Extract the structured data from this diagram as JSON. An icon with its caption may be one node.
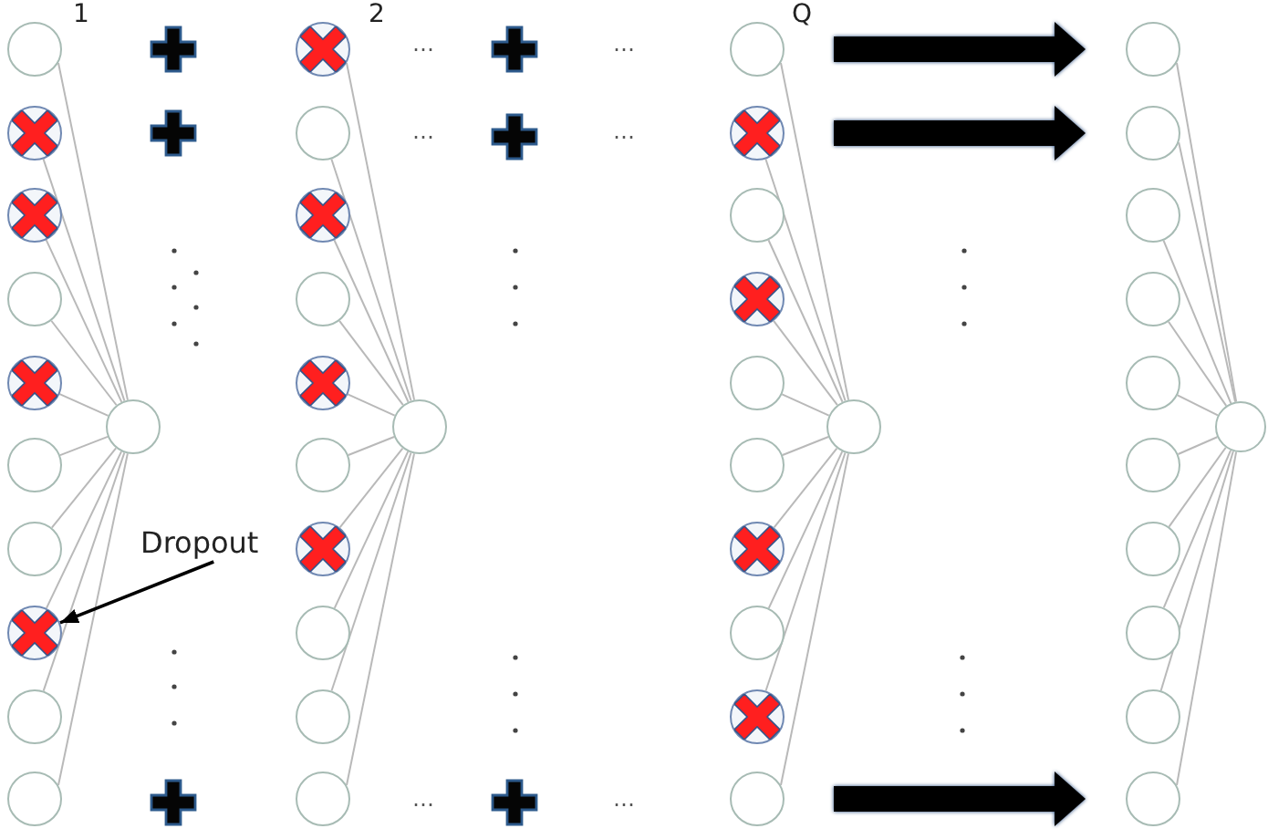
{
  "diagram": {
    "nodes": [
      {
        "text": [],
        "shape": "circle"
      },
      {
        "text": [],
        "shape": "crossed-circle"
      },
      {
        "text": [],
        "shape": "crossed-circle"
      },
      {
        "text": [],
        "shape": "circle"
      },
      {
        "text": [],
        "shape": "crossed-circle"
      },
      {
        "text": [],
        "shape": "circle"
      },
      {
        "text": [],
        "shape": "circle"
      },
      {
        "text": [],
        "shape": "crossed-circle"
      },
      {
        "text": [],
        "shape": "circle"
      },
      {
        "text": [],
        "shape": "circle"
      },
      {
        "text": [],
        "shape": "circle"
      },
      {
        "text": [],
        "shape": "crossed-circle"
      },
      {
        "text": [],
        "shape": "circle"
      },
      {
        "text": [],
        "shape": "crossed-circle"
      },
      {
        "text": [],
        "shape": "circle"
      },
      {
        "text": [],
        "shape": "crossed-circle"
      },
      {
        "text": [],
        "shape": "circle"
      },
      {
        "text": [],
        "shape": "crossed-circle"
      },
      {
        "text": [],
        "shape": "circle"
      },
      {
        "text": [],
        "shape": "circle"
      },
      {
        "text": [],
        "shape": "circle"
      },
      {
        "text": [],
        "shape": "circle"
      },
      {
        "text": [],
        "shape": "circle"
      },
      {
        "text": [],
        "shape": "crossed-circle"
      },
      {
        "text": [],
        "shape": "circle"
      },
      {
        "text": [],
        "shape": "crossed-circle"
      },
      {
        "text": [],
        "shape": "circle"
      },
      {
        "text": [],
        "shape": "circle"
      },
      {
        "text": [],
        "shape": "crossed-circle"
      },
      {
        "text": [],
        "shape": "circle"
      },
      {
        "text": [],
        "shape": "crossed-circle"
      },
      {
        "text": [],
        "shape": "circle"
      },
      {
        "text": [],
        "shape": "circle"
      },
      {
        "text": [],
        "shape": "circle"
      },
      {
        "text": [],
        "shape": "circle"
      },
      {
        "text": [],
        "shape": "circle"
      },
      {
        "text": [],
        "shape": "circle"
      },
      {
        "text": [],
        "shape": "circle"
      },
      {
        "text": [],
        "shape": "circle"
      },
      {
        "text": [],
        "shape": "circle"
      },
      {
        "text": [],
        "shape": "circle"
      },
      {
        "text": [],
        "shape": "circle"
      },
      {
        "text": [],
        "shape": "circle"
      },
      {
        "text": [],
        "shape": "circle"
      },
      {
        "text": [
          "Dropout"
        ]
      }
    ],
    "edges": [
      {
        "from": 0,
        "to": 10,
        "arrow": "none"
      },
      {
        "from": 1,
        "to": 10,
        "arrow": "none"
      },
      {
        "from": 2,
        "to": 10,
        "arrow": "none"
      },
      {
        "from": 3,
        "to": 10,
        "arrow": "none"
      },
      {
        "from": 4,
        "to": 10,
        "arrow": "none"
      },
      {
        "from": 5,
        "to": 10,
        "arrow": "none"
      },
      {
        "from": 6,
        "to": 10,
        "arrow": "none"
      },
      {
        "from": 7,
        "to": 10,
        "arrow": "none"
      },
      {
        "from": 8,
        "to": 10,
        "arrow": "none"
      },
      {
        "from": 9,
        "to": 10,
        "arrow": "none"
      },
      {
        "from": 11,
        "to": 21,
        "arrow": "none"
      },
      {
        "from": 12,
        "to": 21,
        "arrow": "none"
      },
      {
        "from": 13,
        "to": 21,
        "arrow": "none"
      },
      {
        "from": 14,
        "to": 21,
        "arrow": "none"
      },
      {
        "from": 15,
        "to": 21,
        "arrow": "none"
      },
      {
        "from": 16,
        "to": 21,
        "arrow": "none"
      },
      {
        "from": 17,
        "to": 21,
        "arrow": "none"
      },
      {
        "from": 18,
        "to": 21,
        "arrow": "none"
      },
      {
        "from": 19,
        "to": 21,
        "arrow": "none"
      },
      {
        "from": 20,
        "to": 21,
        "arrow": "none"
      },
      {
        "from": 22,
        "to": 32,
        "arrow": "none"
      },
      {
        "from": 23,
        "to": 32,
        "arrow": "none"
      },
      {
        "from": 24,
        "to": 32,
        "arrow": "none"
      },
      {
        "from": 25,
        "to": 32,
        "arrow": "none"
      },
      {
        "from": 26,
        "to": 32,
        "arrow": "none"
      },
      {
        "from": 27,
        "to": 32,
        "arrow": "none"
      },
      {
        "from": 28,
        "to": 32,
        "arrow": "none"
      },
      {
        "from": 29,
        "to": 32,
        "arrow": "none"
      },
      {
        "from": 30,
        "to": 32,
        "arrow": "none"
      },
      {
        "from": 31,
        "to": 32,
        "arrow": "none"
      },
      {
        "from": 33,
        "to": 43,
        "arrow": "none"
      },
      {
        "from": 34,
        "to": 43,
        "arrow": "none"
      },
      {
        "from": 35,
        "to": 43,
        "arrow": "none"
      },
      {
        "from": 36,
        "to": 43,
        "arrow": "none"
      },
      {
        "from": 37,
        "to": 43,
        "arrow": "none"
      },
      {
        "from": 38,
        "to": 43,
        "arrow": "none"
      },
      {
        "from": 39,
        "to": 43,
        "arrow": "none"
      },
      {
        "from": 40,
        "to": 43,
        "arrow": "none"
      },
      {
        "from": 41,
        "to": 43,
        "arrow": "none"
      },
      {
        "from": 42,
        "to": 43,
        "arrow": "none"
      },
      {
        "from": 44,
        "to": 7,
        "arrow": "to",
        "color": "#000000"
      },
      {
        "from": 22,
        "to": 33,
        "arrow": "to",
        "style": "thick",
        "color": "#000000"
      },
      {
        "from": 23,
        "to": 34,
        "arrow": "to",
        "style": "thick",
        "color": "#000000"
      },
      {
        "from": 31,
        "to": 42,
        "arrow": "to",
        "style": "thick",
        "color": "#000000"
      }
    ],
    "labels": [
      "1",
      "2",
      "Q",
      "⋯",
      "⋯",
      "⋯",
      "⋯",
      "⋯",
      "⋯"
    ]
  }
}
